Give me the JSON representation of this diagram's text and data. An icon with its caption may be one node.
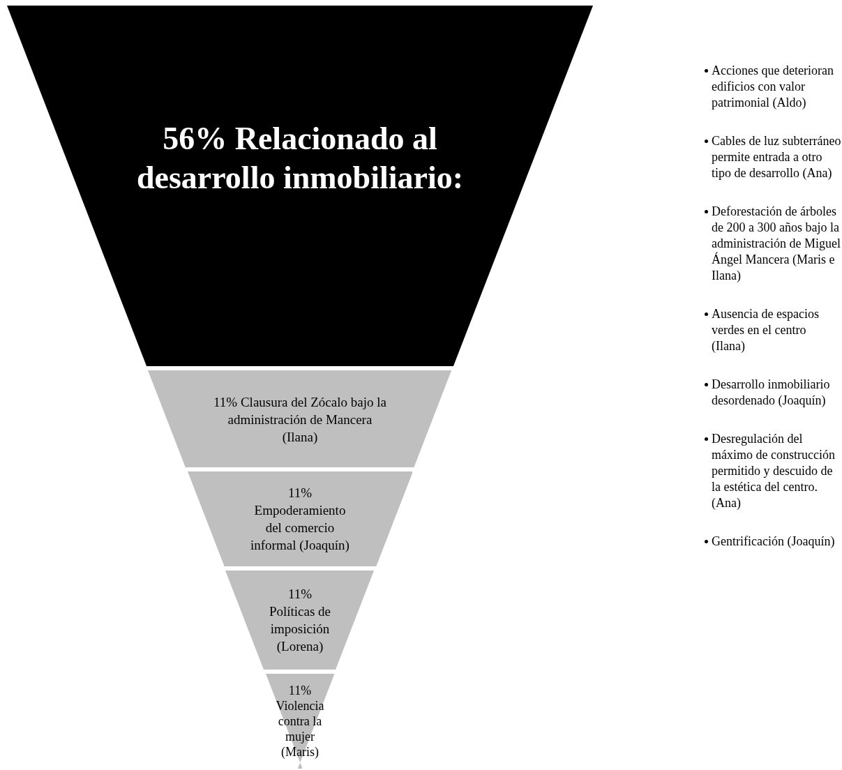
{
  "diagram": {
    "nodes": [
      {
        "text": [
          "56% Relacionado al desarrollo inmobiliario:"
        ]
      },
      {
        "text": [
          "11% Clausura del Zócalo bajo la administración de Mancera (Ilana)"
        ]
      },
      {
        "text": [
          "11% Empoderamiento del comercio informal (Joaquín)"
        ]
      },
      {
        "text": [
          "11% Políticas de imposición (Lorena)"
        ]
      },
      {
        "text": [
          "11% Violencia contra la mujer (Maris)"
        ]
      }
    ],
    "edges": [],
    "labels": [
      "Acciones que deterioran edificios con valor patrimonial (Aldo)",
      "Cables de luz subterráneo permite entrada a otro tipo de desarrollo (Ana)",
      "Deforestación de árboles de 200 a 300 años bajo la administración de Miguel Ángel Mancera (Maris e Ilana)",
      "Ausencia de espacios verdes en el centro (Ilana)",
      "Desarrollo inmobiliario desordenado (Joaquín)",
      "Desregulación del máximo de construcción permitido y descuido de la estética del centro. (Ana)",
      "Gentrificación (Joaquín)"
    ]
  }
}
